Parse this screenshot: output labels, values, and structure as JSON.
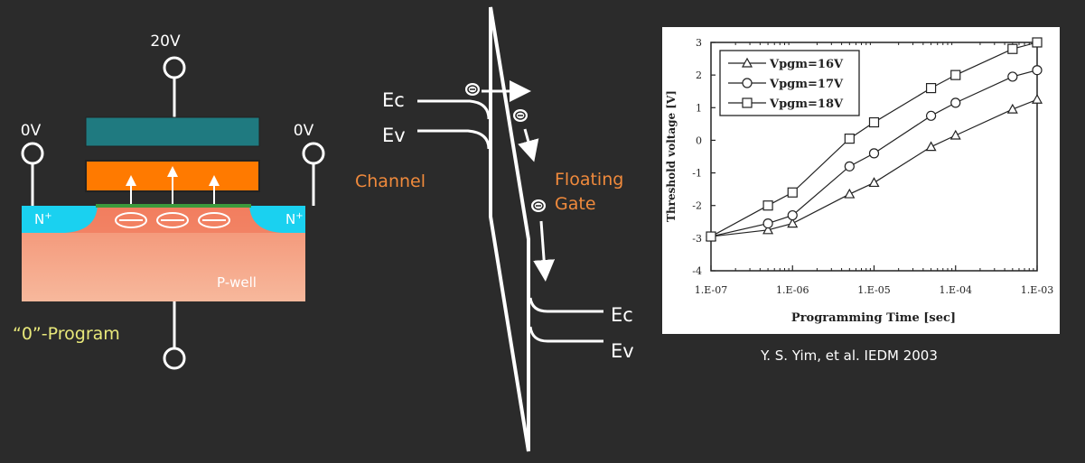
{
  "device": {
    "gate_voltage": "20V",
    "source_voltage": "0V",
    "drain_voltage": "0V",
    "source_label": "N",
    "drain_label": "N",
    "doping_superscript": "+",
    "well_label": "P-well",
    "mode_label": "“0”-Program",
    "colors": {
      "control_gate": "#1f7a80",
      "floating_gate": "#ff7a00",
      "n_plus": "#1ad1f0",
      "p_well": "#f2a488",
      "oxide": "#3c9a3c"
    }
  },
  "band": {
    "ec_left": "Ec",
    "ev_left": "Ev",
    "channel_label": "Channel",
    "floating_gate_label": "Floating\nGate",
    "floating_gate_line1": "Floating",
    "floating_gate_line2": "Gate",
    "ec_right": "Ec",
    "ev_right": "Ev",
    "label_color": "#f08a3c"
  },
  "chart_data": {
    "type": "line",
    "xscale": "log",
    "xlabel": "Programming Time [sec]",
    "ylabel": "Threshold voltage [V]",
    "x_ticks": [
      "1.E-07",
      "1.E-06",
      "1.E-05",
      "1.E-04",
      "1.E-03"
    ],
    "y_ticks": [
      "-4",
      "-3",
      "-2",
      "-1",
      "0",
      "1",
      "2",
      "3"
    ],
    "xlim": [
      1e-07,
      0.001
    ],
    "ylim": [
      -4,
      3
    ],
    "legend_position": "top-left",
    "series": [
      {
        "name": "Vpgm=16V",
        "marker": "triangle",
        "x": [
          1e-07,
          5e-07,
          1e-06,
          5e-06,
          1e-05,
          5e-05,
          0.0001,
          0.0005,
          0.001
        ],
        "y": [
          -2.95,
          -2.75,
          -2.55,
          -1.65,
          -1.3,
          -0.2,
          0.15,
          0.95,
          1.25
        ]
      },
      {
        "name": "Vpgm=17V",
        "marker": "circle",
        "x": [
          1e-07,
          5e-07,
          1e-06,
          5e-06,
          1e-05,
          5e-05,
          0.0001,
          0.0005,
          0.001
        ],
        "y": [
          -2.95,
          -2.55,
          -2.3,
          -0.8,
          -0.4,
          0.75,
          1.15,
          1.95,
          2.15
        ]
      },
      {
        "name": "Vpgm=18V",
        "marker": "square",
        "x": [
          1e-07,
          5e-07,
          1e-06,
          5e-06,
          1e-05,
          5e-05,
          0.0001,
          0.0005,
          0.001
        ],
        "y": [
          -2.95,
          -2.0,
          -1.6,
          0.05,
          0.55,
          1.6,
          2.0,
          2.8,
          3.0
        ]
      }
    ],
    "citation": "Y. S. Yim, et al. IEDM 2003"
  }
}
